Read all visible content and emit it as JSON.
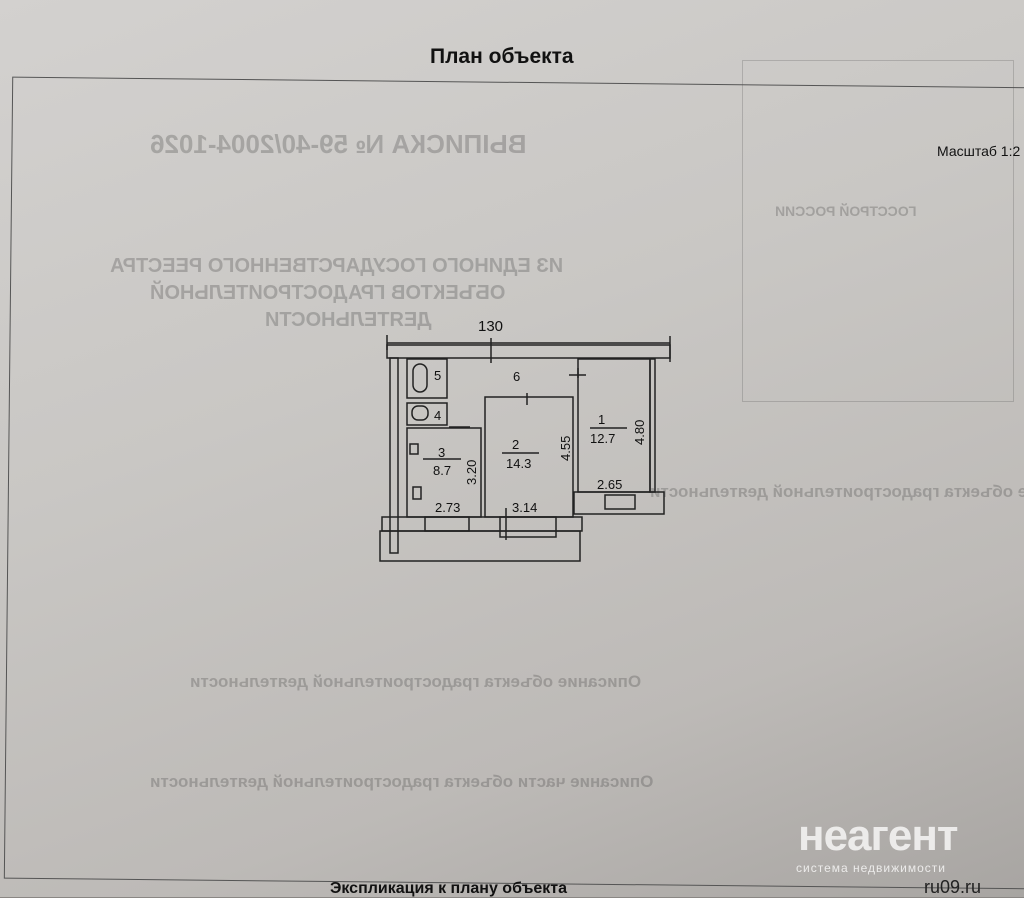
{
  "document": {
    "title": "План объекта",
    "scale_label": "Масштаб 1:2",
    "bottom_text": "Экспликация к плану объекта"
  },
  "ghost_text": [
    "ВЫПИСКА № 59-40/2004-1026",
    "ИЗ ЕДИНОГО ГОСУДАРСТВЕННОГО РЕЕСТРА",
    "ОБЪЕКТОВ ГРАДОСТРОИТЕЛЬНОЙ",
    "ДЕЯТЕЛЬНОСТИ",
    "Сведения о составе объекта градостроительной деятельности",
    "Описание объекта градостроительной деятельности",
    "Описание части объекта градостроительной деятельности",
    "ГОССТРОЙ РОССИИ"
  ],
  "plan": {
    "dimension_top": "130",
    "rooms": [
      {
        "number": "1",
        "area": "12.7",
        "dim": "4.80",
        "dim2": "2.65"
      },
      {
        "number": "2",
        "area": "14.3",
        "dim": "4.55",
        "dim2": "3.14"
      },
      {
        "number": "3",
        "area": "8.7",
        "dim": "3.20",
        "dim2": "2.73"
      },
      {
        "number": "4"
      },
      {
        "number": "5"
      },
      {
        "number": "6"
      }
    ]
  },
  "watermark": {
    "brand": "неагент",
    "tagline": "система недвижимости",
    "site": "ru09.ru"
  }
}
